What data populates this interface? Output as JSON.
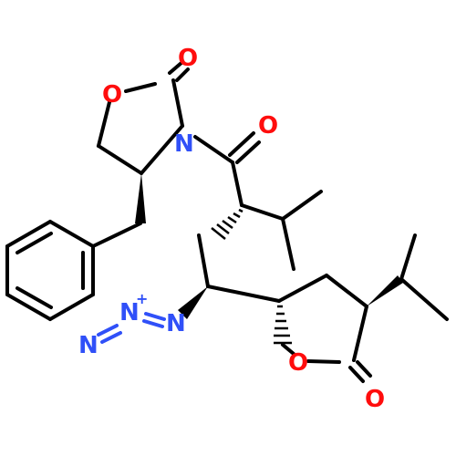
{
  "colors": {
    "carbon": "#000000",
    "oxygen": "#ff0d0d",
    "nitrogen": "#3050f8",
    "background": "#ffffff"
  },
  "atoms": {
    "o_carbonyl_oxazolidinone": "O",
    "o_ring_oxazolidinone": "O",
    "n_oxazolidinone": "N",
    "o_acyl": "O",
    "n_azide_1": "N",
    "n_azide_2": "N",
    "n_azide_2_charge": "+",
    "n_azide_3": "N",
    "o_ring_lactone": "O",
    "o_carbonyl_lactone": "O"
  }
}
